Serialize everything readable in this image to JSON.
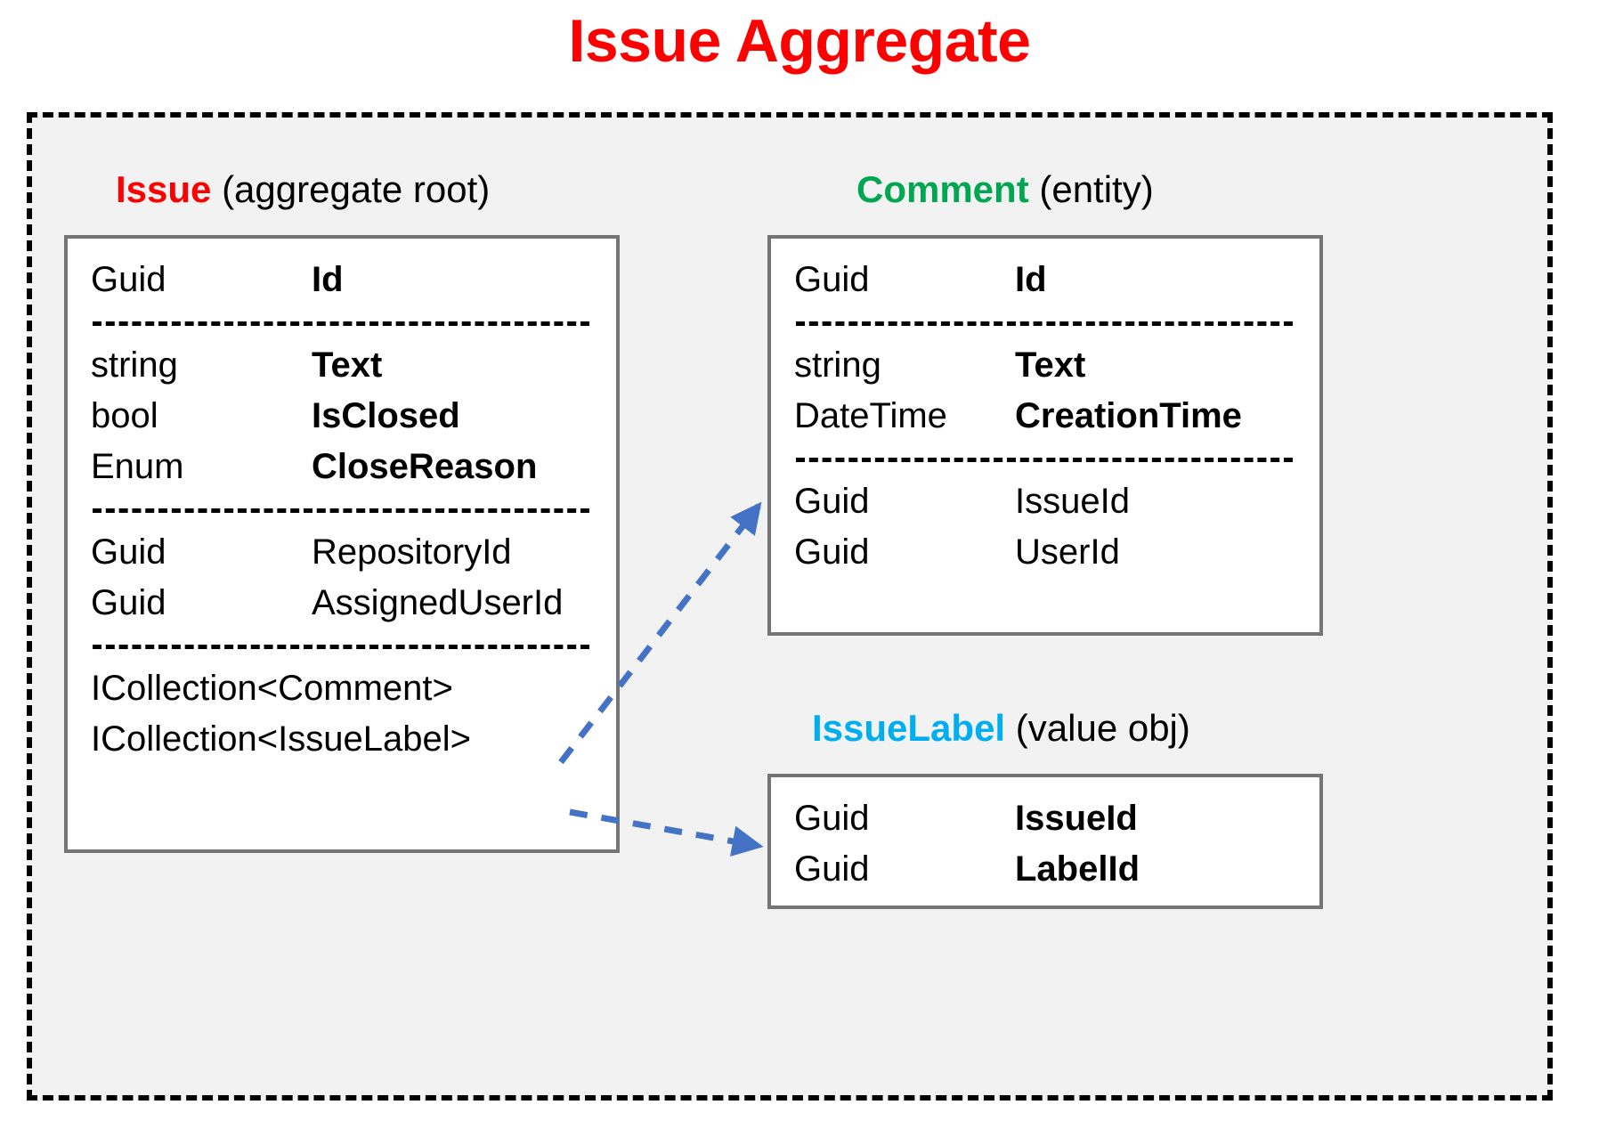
{
  "title": "Issue Aggregate",
  "colors": {
    "title_red": "#FF0000",
    "issue_red": "#FF0000",
    "comment_green": "#00A651",
    "issuelabel_cyan": "#00AEEF",
    "arrow_blue": "#4472C4",
    "box_border_gray": "#757575",
    "boundary_background": "#F2F2F2",
    "boundary_border": "#000000"
  },
  "entities": {
    "issue": {
      "name": "Issue",
      "kind": " (aggregate root)",
      "groups": [
        {
          "fields": [
            {
              "type": "Guid",
              "name": "Id",
              "bold": true
            }
          ]
        },
        {
          "fields": [
            {
              "type": "string",
              "name": "Text",
              "bold": true
            },
            {
              "type": "bool",
              "name": "IsClosed",
              "bold": true
            },
            {
              "type": "Enum",
              "name": "CloseReason",
              "bold": true
            }
          ]
        },
        {
          "fields": [
            {
              "type": "Guid",
              "name": "RepositoryId",
              "bold": false
            },
            {
              "type": "Guid",
              "name": "AssignedUserId",
              "bold": false
            }
          ]
        },
        {
          "fields": [
            {
              "type": "ICollection<Comment>",
              "name": "",
              "bold": false,
              "wide": true
            },
            {
              "type": "ICollection<IssueLabel>",
              "name": "",
              "bold": false,
              "wide": true
            }
          ]
        }
      ]
    },
    "comment": {
      "name": "Comment",
      "kind": " (entity)",
      "groups": [
        {
          "fields": [
            {
              "type": "Guid",
              "name": "Id",
              "bold": true
            }
          ]
        },
        {
          "fields": [
            {
              "type": "string",
              "name": "Text",
              "bold": true
            },
            {
              "type": "DateTime",
              "name": "CreationTime",
              "bold": true
            }
          ]
        },
        {
          "fields": [
            {
              "type": "Guid",
              "name": "IssueId",
              "bold": false
            },
            {
              "type": "Guid",
              "name": "UserId",
              "bold": false
            }
          ]
        }
      ]
    },
    "issuelabel": {
      "name": "IssueLabel",
      "kind": " (value obj)",
      "groups": [
        {
          "fields": [
            {
              "type": "Guid",
              "name": "IssueId",
              "bold": true
            },
            {
              "type": "Guid",
              "name": "LabelId",
              "bold": true
            }
          ]
        }
      ]
    }
  },
  "connectors": [
    {
      "from": "issue-collection-comment",
      "to": "comment-box",
      "style": "dashed-arrow"
    },
    {
      "from": "issue-collection-issuelabel",
      "to": "issuelabel-box",
      "style": "dashed-arrow"
    }
  ]
}
